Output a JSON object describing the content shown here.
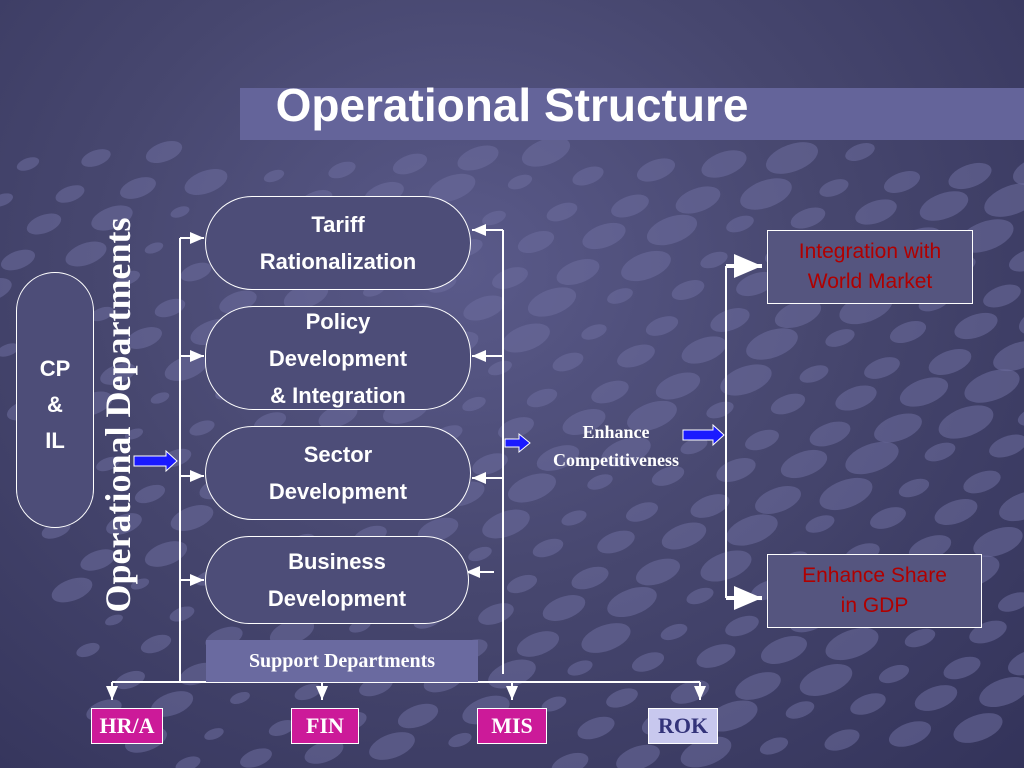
{
  "title": "Operational Structure",
  "left_unit": {
    "lines": [
      "CP",
      "&",
      "IL"
    ]
  },
  "vertical_label": "Operational Departments",
  "departments": [
    {
      "lines": [
        "Tariff",
        "Rationalization"
      ]
    },
    {
      "lines": [
        "Policy",
        "Development",
        "& Integration"
      ]
    },
    {
      "lines": [
        "Sector",
        "Development"
      ]
    },
    {
      "lines": [
        "Business",
        "Development"
      ]
    }
  ],
  "enhance": {
    "lines": [
      "Enhance",
      "Competitiveness"
    ]
  },
  "outcomes": [
    {
      "lines": [
        "Integration with",
        "World Market"
      ]
    },
    {
      "lines": [
        "Enhance Share",
        "in GDP"
      ]
    }
  ],
  "support_label": "Support Departments",
  "support_departments": [
    {
      "label": "HR/A",
      "color": "#cc1a99"
    },
    {
      "label": "FIN",
      "color": "#cc1a99"
    },
    {
      "label": "MIS",
      "color": "#cc1a99"
    },
    {
      "label": "ROK",
      "color": "#c8c8ee"
    }
  ],
  "colors": {
    "outcome_text": "#b00000",
    "arrow_blue": "#1a1aff",
    "rok_text": "#33337a"
  }
}
